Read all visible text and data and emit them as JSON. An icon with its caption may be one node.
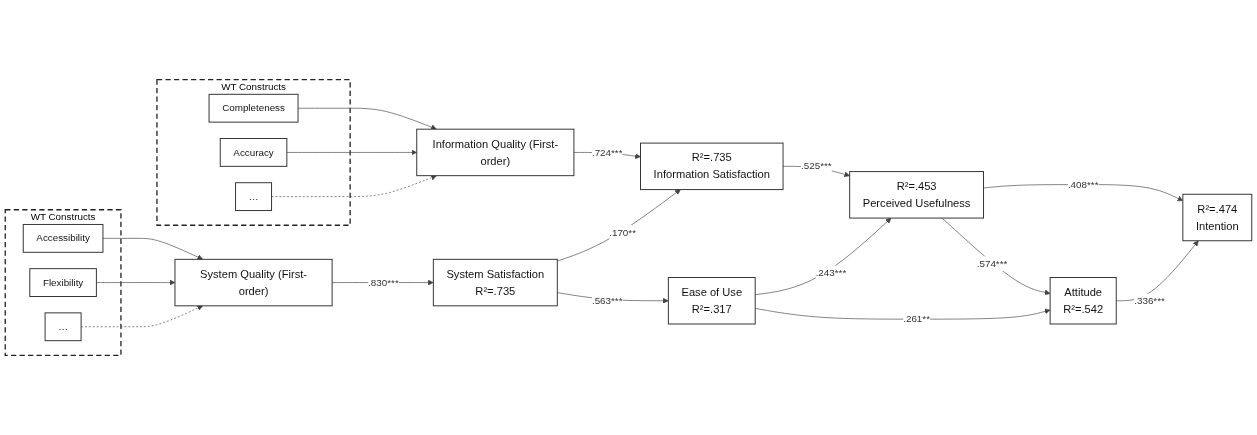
{
  "diagram": {
    "nodes": [
      {
        "text": [
          "WT Constructs"
        ]
      },
      {
        "text": [
          "Completeness"
        ],
        "in": 0
      },
      {
        "text": [
          "Accuracy"
        ],
        "in": 0
      },
      {
        "text": [
          "…"
        ],
        "in": 0
      },
      {
        "text": [
          "WT Constructs"
        ]
      },
      {
        "text": [
          "Accessibility"
        ],
        "in": 4
      },
      {
        "text": [
          "Flexibility"
        ],
        "in": 4
      },
      {
        "text": [
          "…"
        ],
        "in": 4
      },
      {
        "text": [
          "Information Quality (First-order)"
        ]
      },
      {
        "text": [
          "System Quality (First-order)"
        ]
      },
      {
        "text": [
          "R²=.735",
          "Information Satisfaction"
        ]
      },
      {
        "text": [
          "System Satisfaction",
          "R²=.735"
        ]
      },
      {
        "text": [
          "R²=.453",
          "Perceived Usefulness"
        ]
      },
      {
        "text": [
          "Ease of Use",
          "R²=.317"
        ]
      },
      {
        "text": [
          "Attitude",
          "R²=.542"
        ]
      },
      {
        "text": [
          "R²=.474",
          "Intention"
        ]
      }
    ],
    "edges": [
      {
        "from": 1,
        "to": 8,
        "arrow": "to"
      },
      {
        "from": 2,
        "to": 8,
        "arrow": "to"
      },
      {
        "from": 3,
        "to": 8,
        "arrow": "to",
        "style": "dashed"
      },
      {
        "from": 5,
        "to": 9,
        "arrow": "to"
      },
      {
        "from": 6,
        "to": 9,
        "arrow": "to"
      },
      {
        "from": 7,
        "to": 9,
        "arrow": "to",
        "style": "dashed"
      },
      {
        "from": 8,
        "to": 10,
        "arrow": "to",
        "label": ".724***"
      },
      {
        "from": 9,
        "to": 11,
        "arrow": "to",
        "label": ".830***"
      },
      {
        "from": 11,
        "to": 10,
        "arrow": "to",
        "label": ".170**"
      },
      {
        "from": 10,
        "to": 12,
        "arrow": "to",
        "label": ".525***"
      },
      {
        "from": 11,
        "to": 13,
        "arrow": "to",
        "label": ".563***"
      },
      {
        "from": 13,
        "to": 12,
        "arrow": "to",
        "label": ".243***"
      },
      {
        "from": 12,
        "to": 15,
        "arrow": "to",
        "label": ".408***"
      },
      {
        "from": 12,
        "to": 14,
        "arrow": "to",
        "label": ".574***"
      },
      {
        "from": 13,
        "to": 14,
        "arrow": "to",
        "label": ".261**"
      },
      {
        "from": 14,
        "to": 15,
        "arrow": "to",
        "label": ".336***"
      }
    ]
  }
}
